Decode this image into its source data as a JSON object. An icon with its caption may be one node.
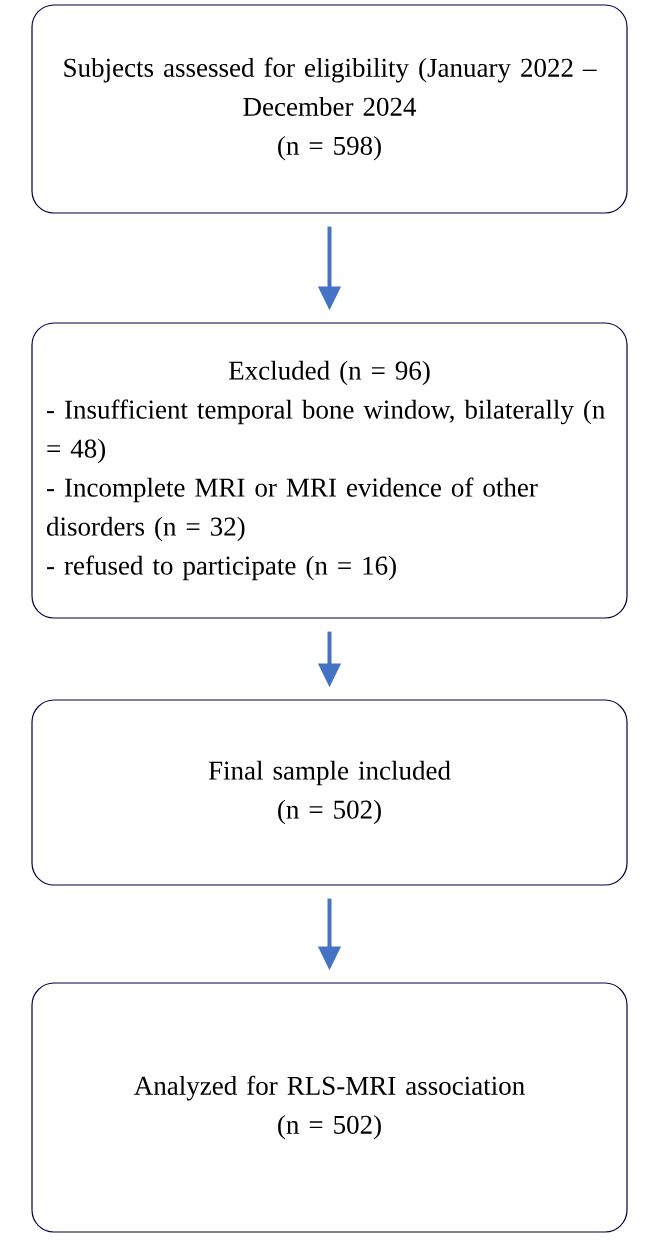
{
  "diagram": {
    "nodes": [
      {
        "text": [
          "Subjects assessed for eligibility (January 2022 – December 2024",
          "(n = 598)"
        ]
      },
      {
        "text": [
          "Excluded (n = 96)",
          "- Insufficient temporal bone window, bilaterally (n = 48)",
          "- Incomplete MRI or MRI evidence of other disorders (n = 32)",
          "- refused to participate (n = 16)"
        ]
      },
      {
        "text": [
          "Final sample included",
          "(n = 502)"
        ]
      },
      {
        "text": [
          "Analyzed for RLS-MRI association",
          "(n = 502)"
        ]
      }
    ],
    "edges": [
      {
        "from": 0,
        "to": 1,
        "arrow": "to"
      },
      {
        "from": 1,
        "to": 2,
        "arrow": "to"
      },
      {
        "from": 2,
        "to": 3,
        "arrow": "to"
      }
    ]
  }
}
